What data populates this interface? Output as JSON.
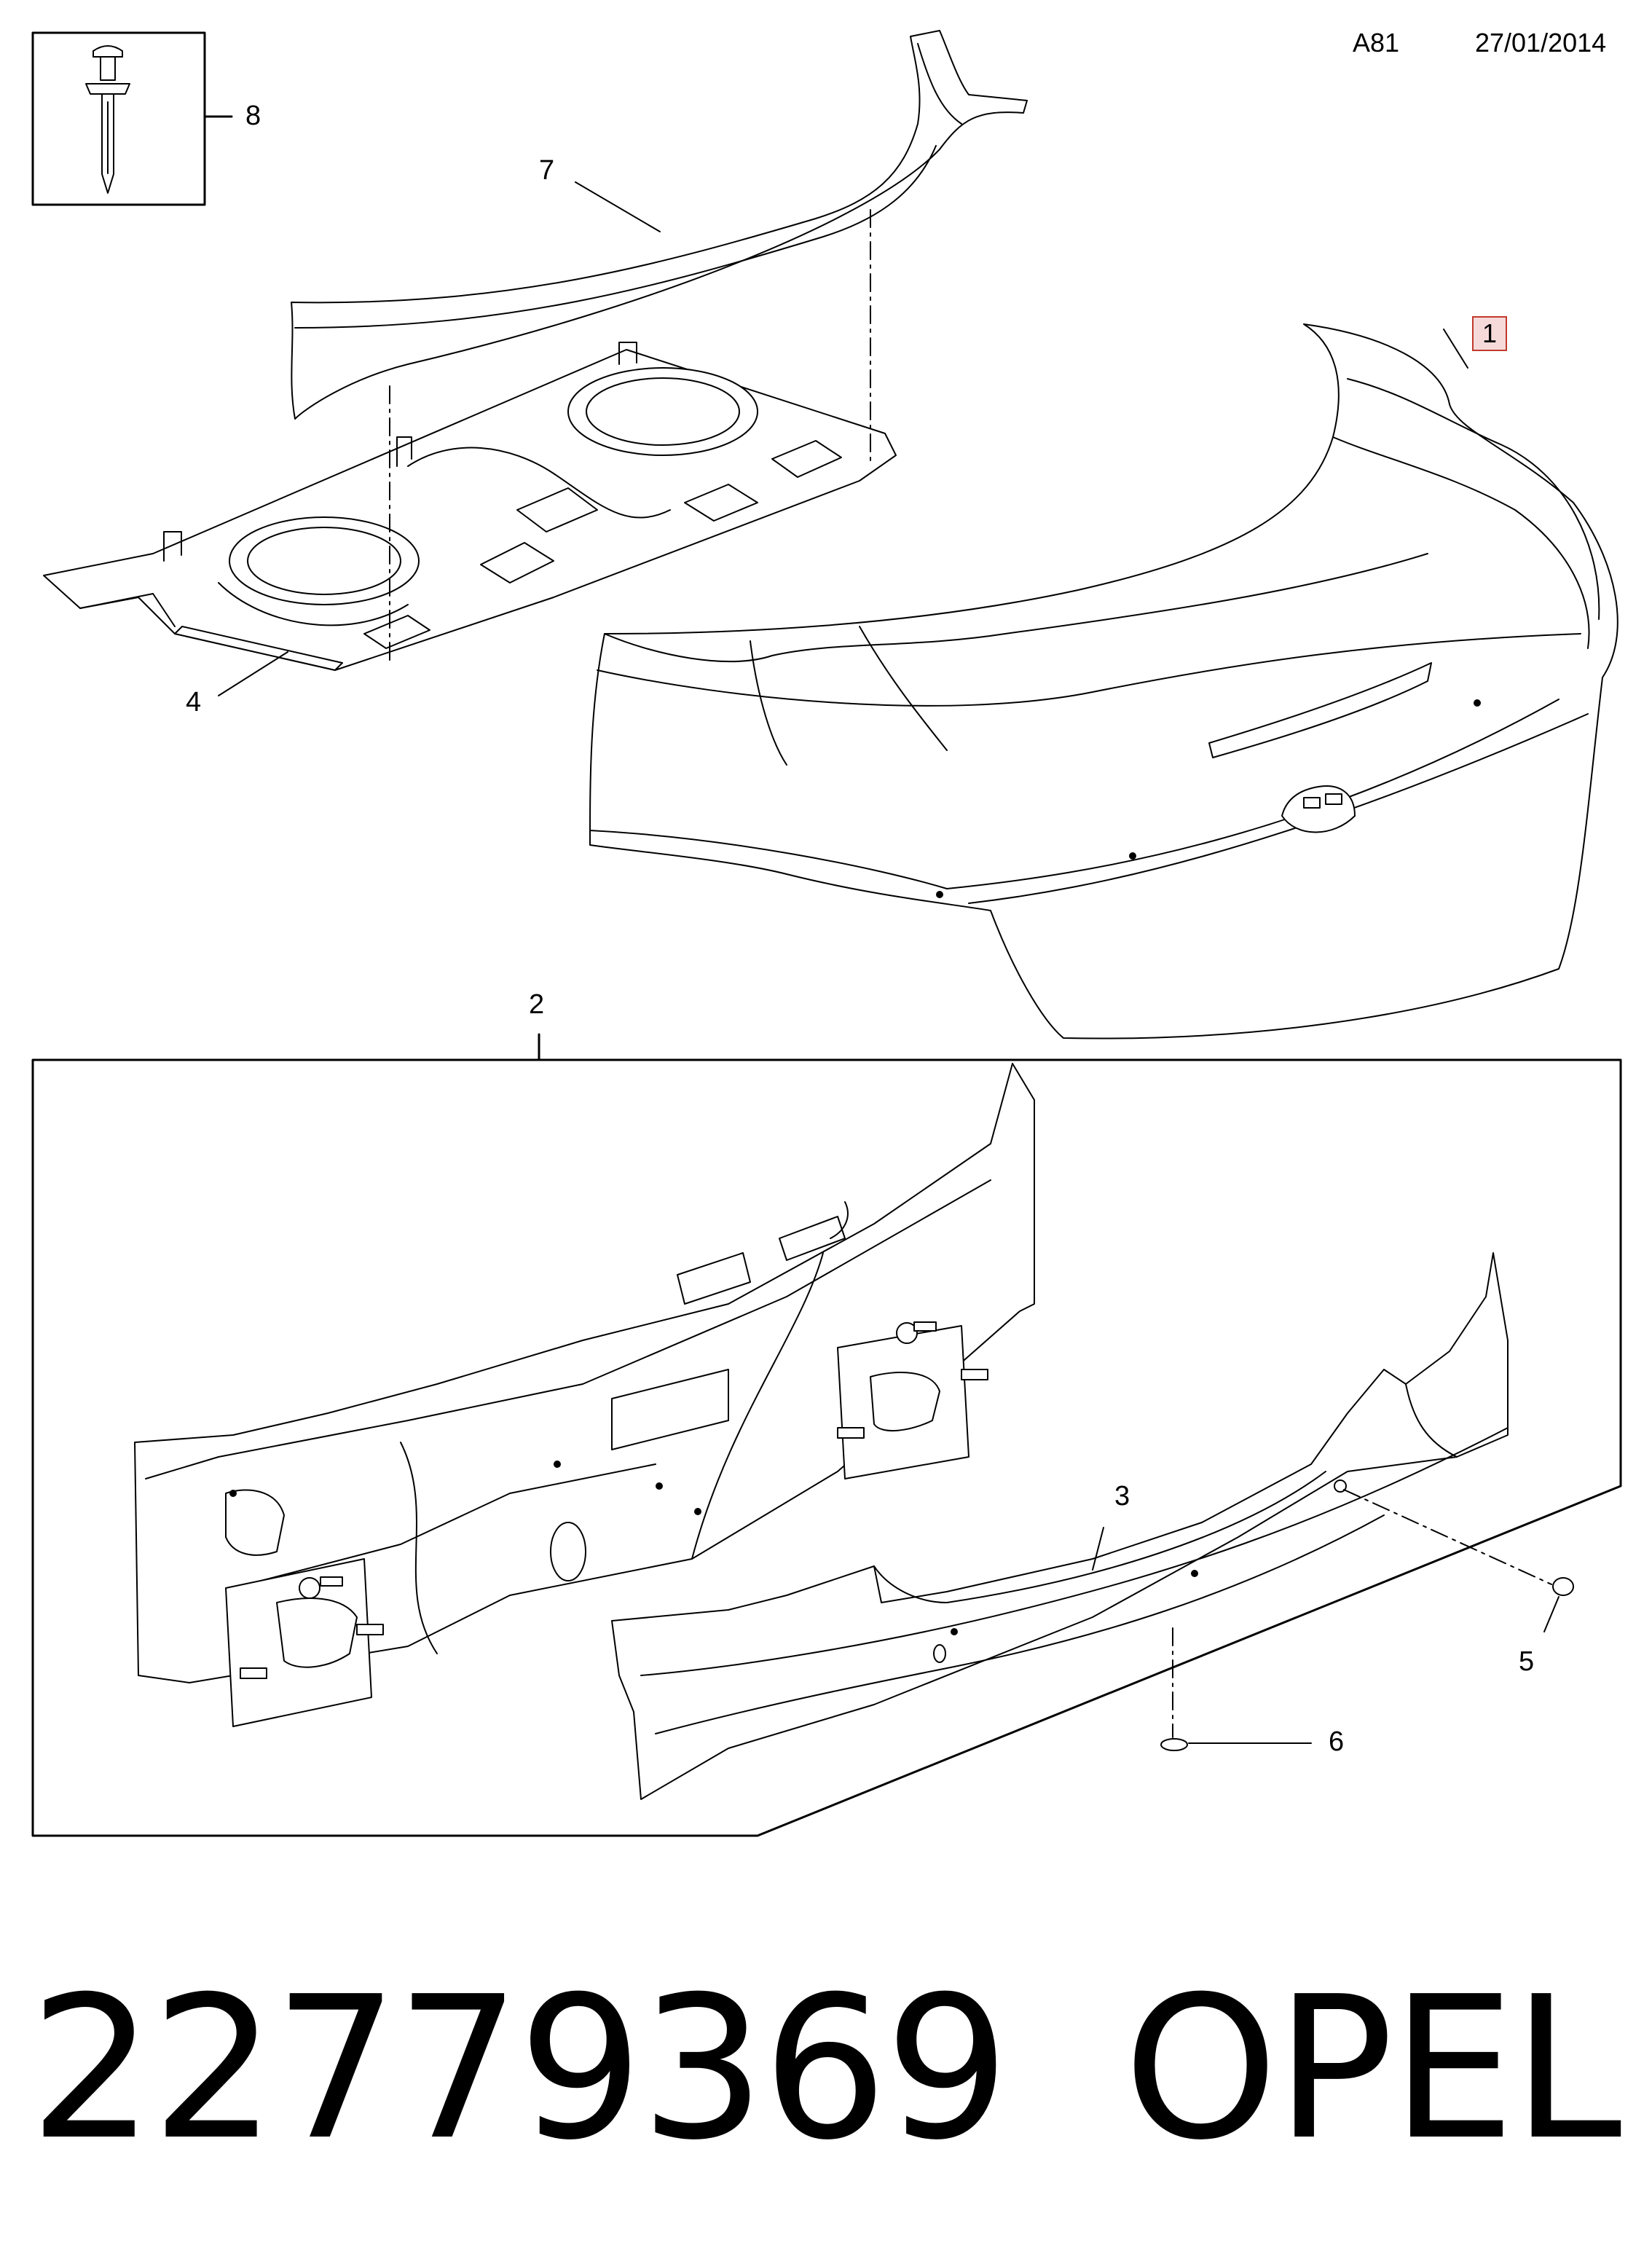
{
  "header": {
    "code": "A81",
    "date": "27/01/2014"
  },
  "callouts": {
    "c1": "1",
    "c2": "2",
    "c3": "3",
    "c4": "4",
    "c5": "5",
    "c6": "6",
    "c7": "7",
    "c8": "8"
  },
  "footer": {
    "part_number": "22779369",
    "brand": "OPEL"
  }
}
